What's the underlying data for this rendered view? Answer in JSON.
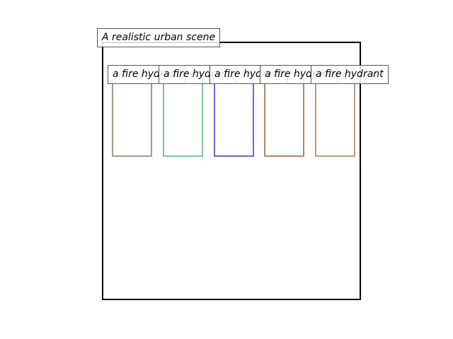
{
  "scene": {
    "title": "A realistic urban scene"
  },
  "objects": [
    {
      "label": "a fire hydrant",
      "color": "#8fa68a"
    },
    {
      "label": "a fire hydrant",
      "color": "#7fc79a"
    },
    {
      "label": "a fire hydrant",
      "color": "#7d5fdc"
    },
    {
      "label": "a fire hydrant",
      "color": "#b0866a"
    },
    {
      "label": "a fire hydrant",
      "color": "#b89a80"
    }
  ]
}
